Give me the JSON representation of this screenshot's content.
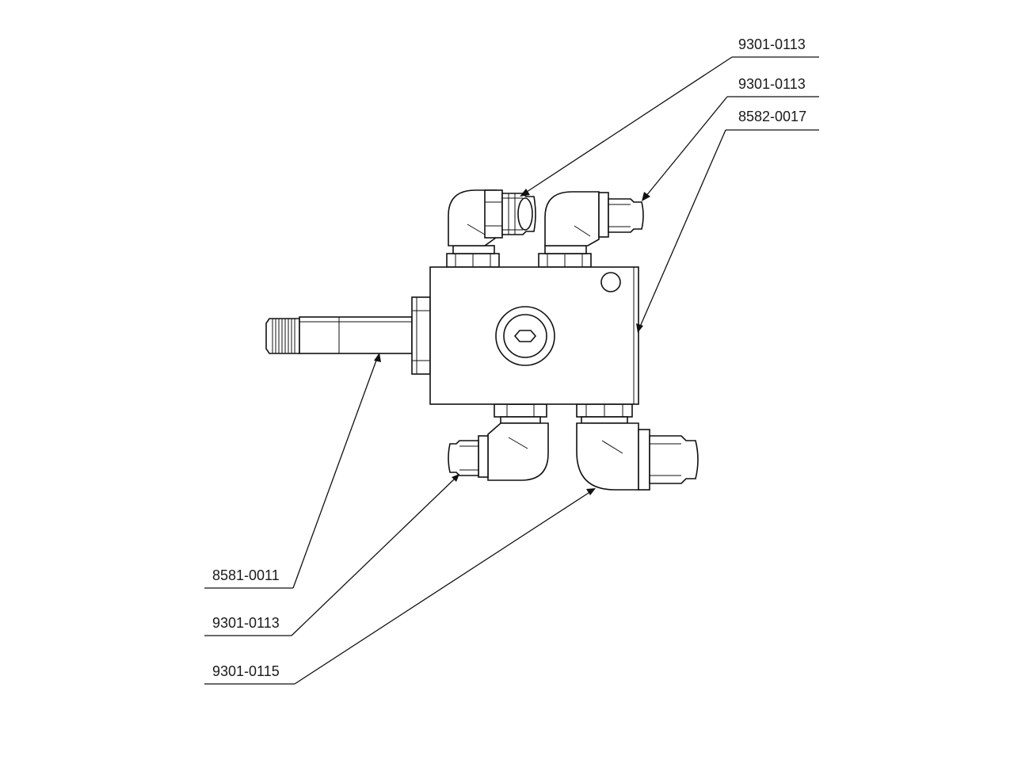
{
  "callouts": [
    {
      "id": "top-left-elbow",
      "part_number": "9301-0113"
    },
    {
      "id": "top-right-elbow",
      "part_number": "9301-0113"
    },
    {
      "id": "valve-block",
      "part_number": "8582-0017"
    },
    {
      "id": "shaft",
      "part_number": "8581-0011"
    },
    {
      "id": "bottom-left-elbow",
      "part_number": "9301-0113"
    },
    {
      "id": "bottom-right-elbow",
      "part_number": "9301-0115"
    }
  ]
}
